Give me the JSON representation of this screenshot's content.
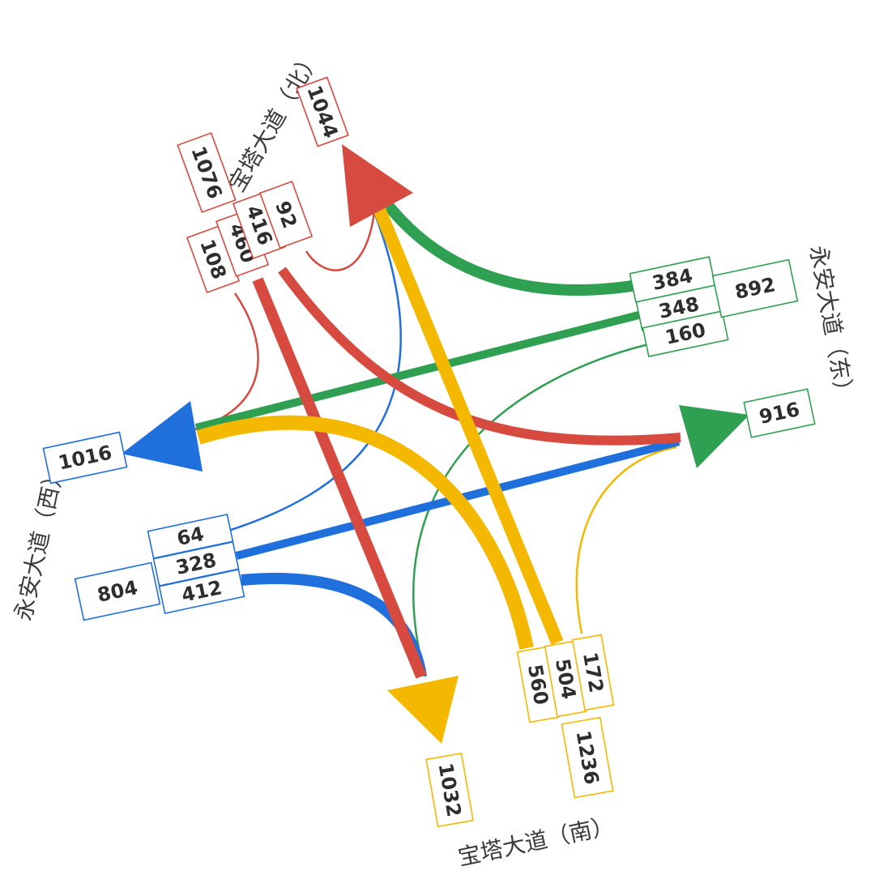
{
  "colors": {
    "north": "#d64a3f",
    "east": "#2fa052",
    "south": "#f5b800",
    "west": "#1f6fdc",
    "label_text": "#2e2e2e",
    "road_text": "#3b3b3b"
  },
  "roads": {
    "north": "宝塔大道（北）",
    "east": "永安大道（东）",
    "south": "宝塔大道（南）",
    "west": "永安大道（西）"
  },
  "north": {
    "out_total": "1044",
    "in_total": "1076",
    "right_turn": "92",
    "through": "416",
    "left_turn": "460",
    "u_turn": "108"
  },
  "east": {
    "out_total": "916",
    "in_total": "892",
    "to_north": "384",
    "to_west": "348",
    "to_south": "160"
  },
  "south": {
    "out_total": "1032",
    "in_total": "1236",
    "to_east": "172",
    "to_north": "504",
    "to_west": "560"
  },
  "west": {
    "out_total": "1016",
    "in_total": "804",
    "to_north": "64",
    "to_east": "328",
    "to_south": "412"
  }
}
